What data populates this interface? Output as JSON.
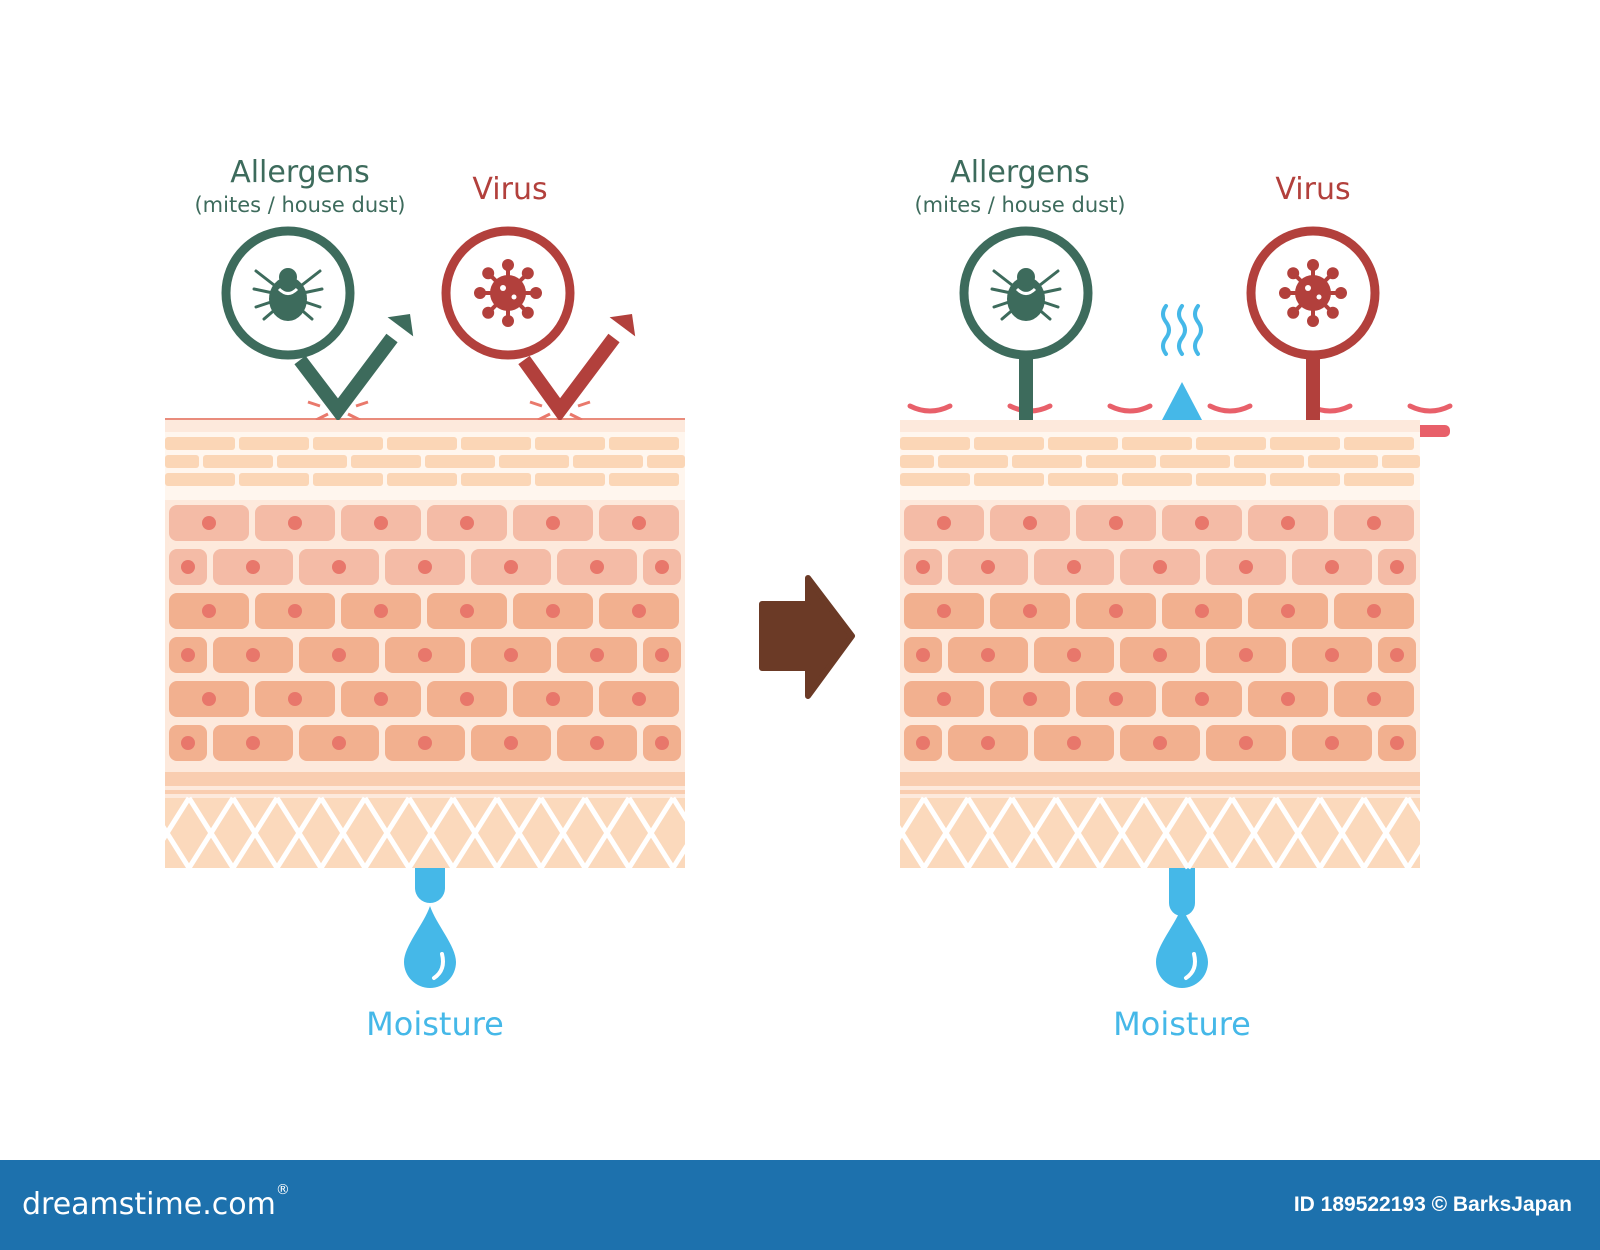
{
  "left_panel": {
    "allergens_title": "Allergens",
    "allergens_subtitle": "(mites / house dust)",
    "virus_title": "Virus",
    "moisture_label": "Moisture"
  },
  "right_panel": {
    "allergens_title": "Allergens",
    "allergens_subtitle": "(mites / house dust)",
    "virus_title": "Virus",
    "moisture_label": "Moisture"
  },
  "icons": {
    "allergen": "mite-icon",
    "virus": "virus-icon",
    "moisture": "water-drop-icon",
    "transition": "right-arrow-icon"
  },
  "colors": {
    "allergen": "#3d6b5c",
    "virus": "#b2403c",
    "moisture": "#45b8e8",
    "transition_arrow": "#6b3a26",
    "skin_top": "#e98c7c",
    "cells": "#f2b08f",
    "cell_nucleus": "#e8776b",
    "horny_layer": "#fbd6b6",
    "footer": "#1d71ad"
  },
  "footer": {
    "brand": "dreamstime.com",
    "brand_mark": "®",
    "image_id": "ID 189522193 © BarksJapan"
  }
}
